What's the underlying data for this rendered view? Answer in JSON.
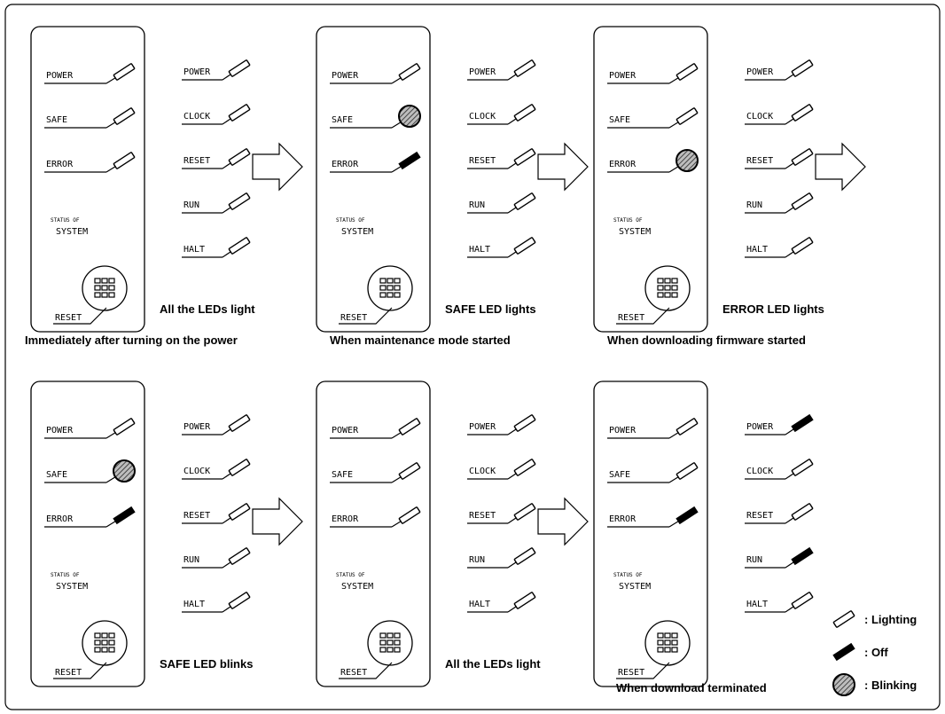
{
  "colors": {
    "ink": "#000000",
    "paper": "#ffffff",
    "hatch": "#666666"
  },
  "panel_text": {
    "status_line1": "STATUS OF",
    "status_line2": "SYSTEM",
    "reset_label": "RESET"
  },
  "panels": [
    {
      "leds": [
        {
          "label": "POWER",
          "state": "lighting"
        },
        {
          "label": "SAFE",
          "state": "lighting"
        },
        {
          "label": "ERROR",
          "state": "lighting"
        }
      ],
      "ext": [
        {
          "label": "POWER",
          "state": "lighting"
        },
        {
          "label": "CLOCK",
          "state": "lighting"
        },
        {
          "label": "RESET",
          "state": "lighting"
        },
        {
          "label": "RUN",
          "state": "lighting"
        },
        {
          "label": "HALT",
          "state": "lighting"
        }
      ],
      "note": "All the LEDs light",
      "caption": "Immediately after turning on the power"
    },
    {
      "leds": [
        {
          "label": "POWER",
          "state": "lighting"
        },
        {
          "label": "SAFE",
          "state": "blinking"
        },
        {
          "label": "ERROR",
          "state": "off"
        }
      ],
      "ext": [
        {
          "label": "POWER",
          "state": "lighting"
        },
        {
          "label": "CLOCK",
          "state": "lighting"
        },
        {
          "label": "RESET",
          "state": "lighting"
        },
        {
          "label": "RUN",
          "state": "lighting"
        },
        {
          "label": "HALT",
          "state": "lighting"
        }
      ],
      "note": "SAFE LED lights",
      "caption": "When maintenance mode started"
    },
    {
      "leds": [
        {
          "label": "POWER",
          "state": "lighting"
        },
        {
          "label": "SAFE",
          "state": "lighting"
        },
        {
          "label": "ERROR",
          "state": "blinking"
        }
      ],
      "ext": [
        {
          "label": "POWER",
          "state": "lighting"
        },
        {
          "label": "CLOCK",
          "state": "lighting"
        },
        {
          "label": "RESET",
          "state": "lighting"
        },
        {
          "label": "RUN",
          "state": "lighting"
        },
        {
          "label": "HALT",
          "state": "lighting"
        }
      ],
      "note": "ERROR LED lights",
      "caption": "When downloading firmware started"
    },
    {
      "leds": [
        {
          "label": "POWER",
          "state": "lighting"
        },
        {
          "label": "SAFE",
          "state": "blinking"
        },
        {
          "label": "ERROR",
          "state": "off"
        }
      ],
      "ext": [
        {
          "label": "POWER",
          "state": "lighting"
        },
        {
          "label": "CLOCK",
          "state": "lighting"
        },
        {
          "label": "RESET",
          "state": "lighting"
        },
        {
          "label": "RUN",
          "state": "lighting"
        },
        {
          "label": "HALT",
          "state": "lighting"
        }
      ],
      "note": "SAFE LED blinks",
      "caption": ""
    },
    {
      "leds": [
        {
          "label": "POWER",
          "state": "lighting"
        },
        {
          "label": "SAFE",
          "state": "lighting"
        },
        {
          "label": "ERROR",
          "state": "lighting"
        }
      ],
      "ext": [
        {
          "label": "POWER",
          "state": "lighting"
        },
        {
          "label": "CLOCK",
          "state": "lighting"
        },
        {
          "label": "RESET",
          "state": "lighting"
        },
        {
          "label": "RUN",
          "state": "lighting"
        },
        {
          "label": "HALT",
          "state": "lighting"
        }
      ],
      "note": "All the LEDs light",
      "caption": ""
    },
    {
      "leds": [
        {
          "label": "POWER",
          "state": "lighting"
        },
        {
          "label": "SAFE",
          "state": "lighting"
        },
        {
          "label": "ERROR",
          "state": "off"
        }
      ],
      "ext": [
        {
          "label": "POWER",
          "state": "off"
        },
        {
          "label": "CLOCK",
          "state": "lighting"
        },
        {
          "label": "RESET",
          "state": "lighting"
        },
        {
          "label": "RUN",
          "state": "off"
        },
        {
          "label": "HALT",
          "state": "lighting"
        }
      ],
      "note": "",
      "caption": "When download terminated"
    }
  ],
  "legend": [
    {
      "state": "lighting",
      "text": ": Lighting"
    },
    {
      "state": "off",
      "text": ":   Off"
    },
    {
      "state": "blinking",
      "text": ": Blinking"
    }
  ]
}
